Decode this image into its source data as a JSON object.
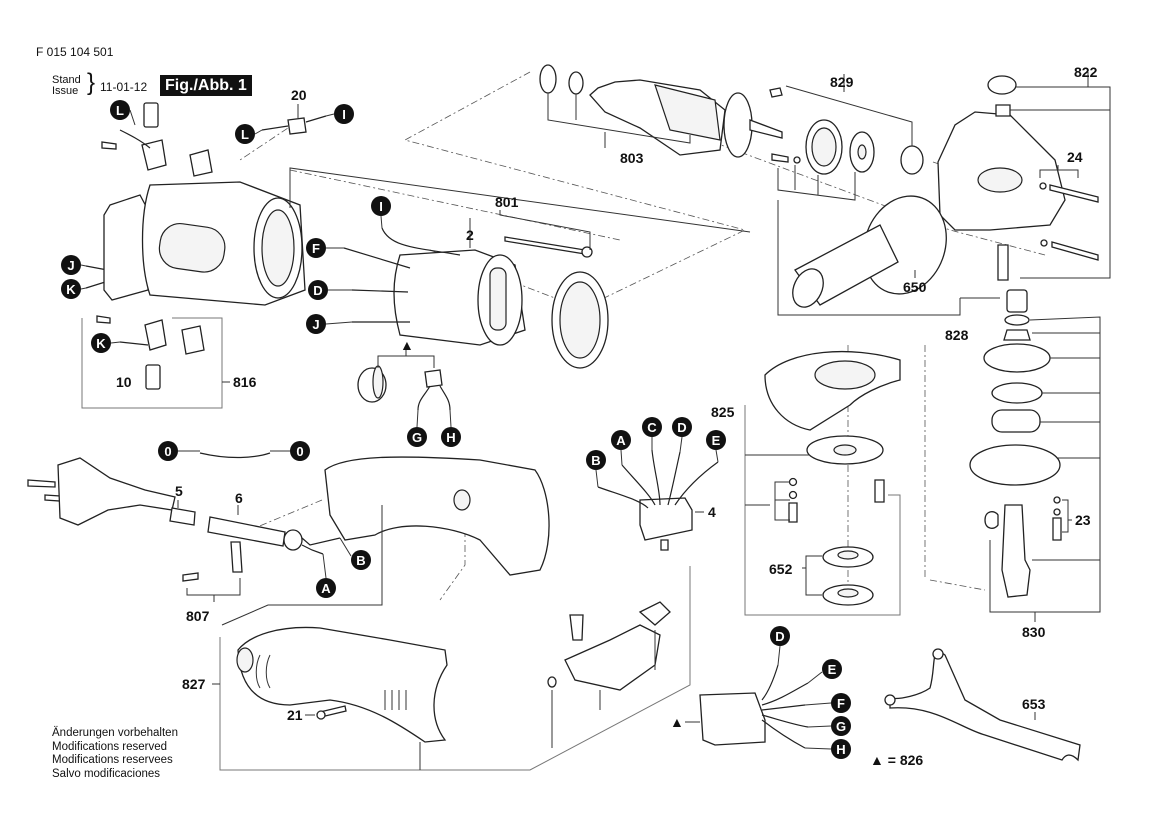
{
  "header": {
    "doc_number": "F 015 104 501",
    "stand_label": "Stand",
    "issue_label": "Issue",
    "date": "11-01-12",
    "figure_label": "Fig./Abb. 1"
  },
  "notes": [
    "Änderungen vorbehalten",
    "Modifications reserved",
    "Modifications reservees",
    "Salvo modificaciones"
  ],
  "legend": {
    "symbol": "▲",
    "text": "= 826"
  },
  "part_numbers": {
    "p20": "20",
    "p803": "803",
    "p829": "829",
    "p822": "822",
    "p24": "24",
    "p801": "801",
    "p2": "2",
    "p650": "650",
    "p828": "828",
    "p816": "816",
    "p10": "10",
    "p5": "5",
    "p6": "6",
    "p807": "807",
    "p825": "825",
    "p4": "4",
    "p652": "652",
    "p23": "23",
    "p830": "830",
    "p827": "827",
    "p21": "21",
    "p653": "653"
  },
  "connectors": {
    "L1": "L",
    "L2": "L",
    "I1": "I",
    "I2": "I",
    "J1": "J",
    "J2": "J",
    "K1": "K",
    "K2": "K",
    "F1": "F",
    "F2": "F",
    "D1": "D",
    "D2": "D",
    "D3": "D",
    "G1": "G",
    "G2": "G",
    "H1": "H",
    "H2": "H",
    "O1": "0",
    "O2": "0",
    "B1": "B",
    "B2": "B",
    "A1": "A",
    "A2": "A",
    "C1": "C",
    "E1": "E",
    "E2": "E",
    "tri1": "▲",
    "tri2": "▲"
  }
}
